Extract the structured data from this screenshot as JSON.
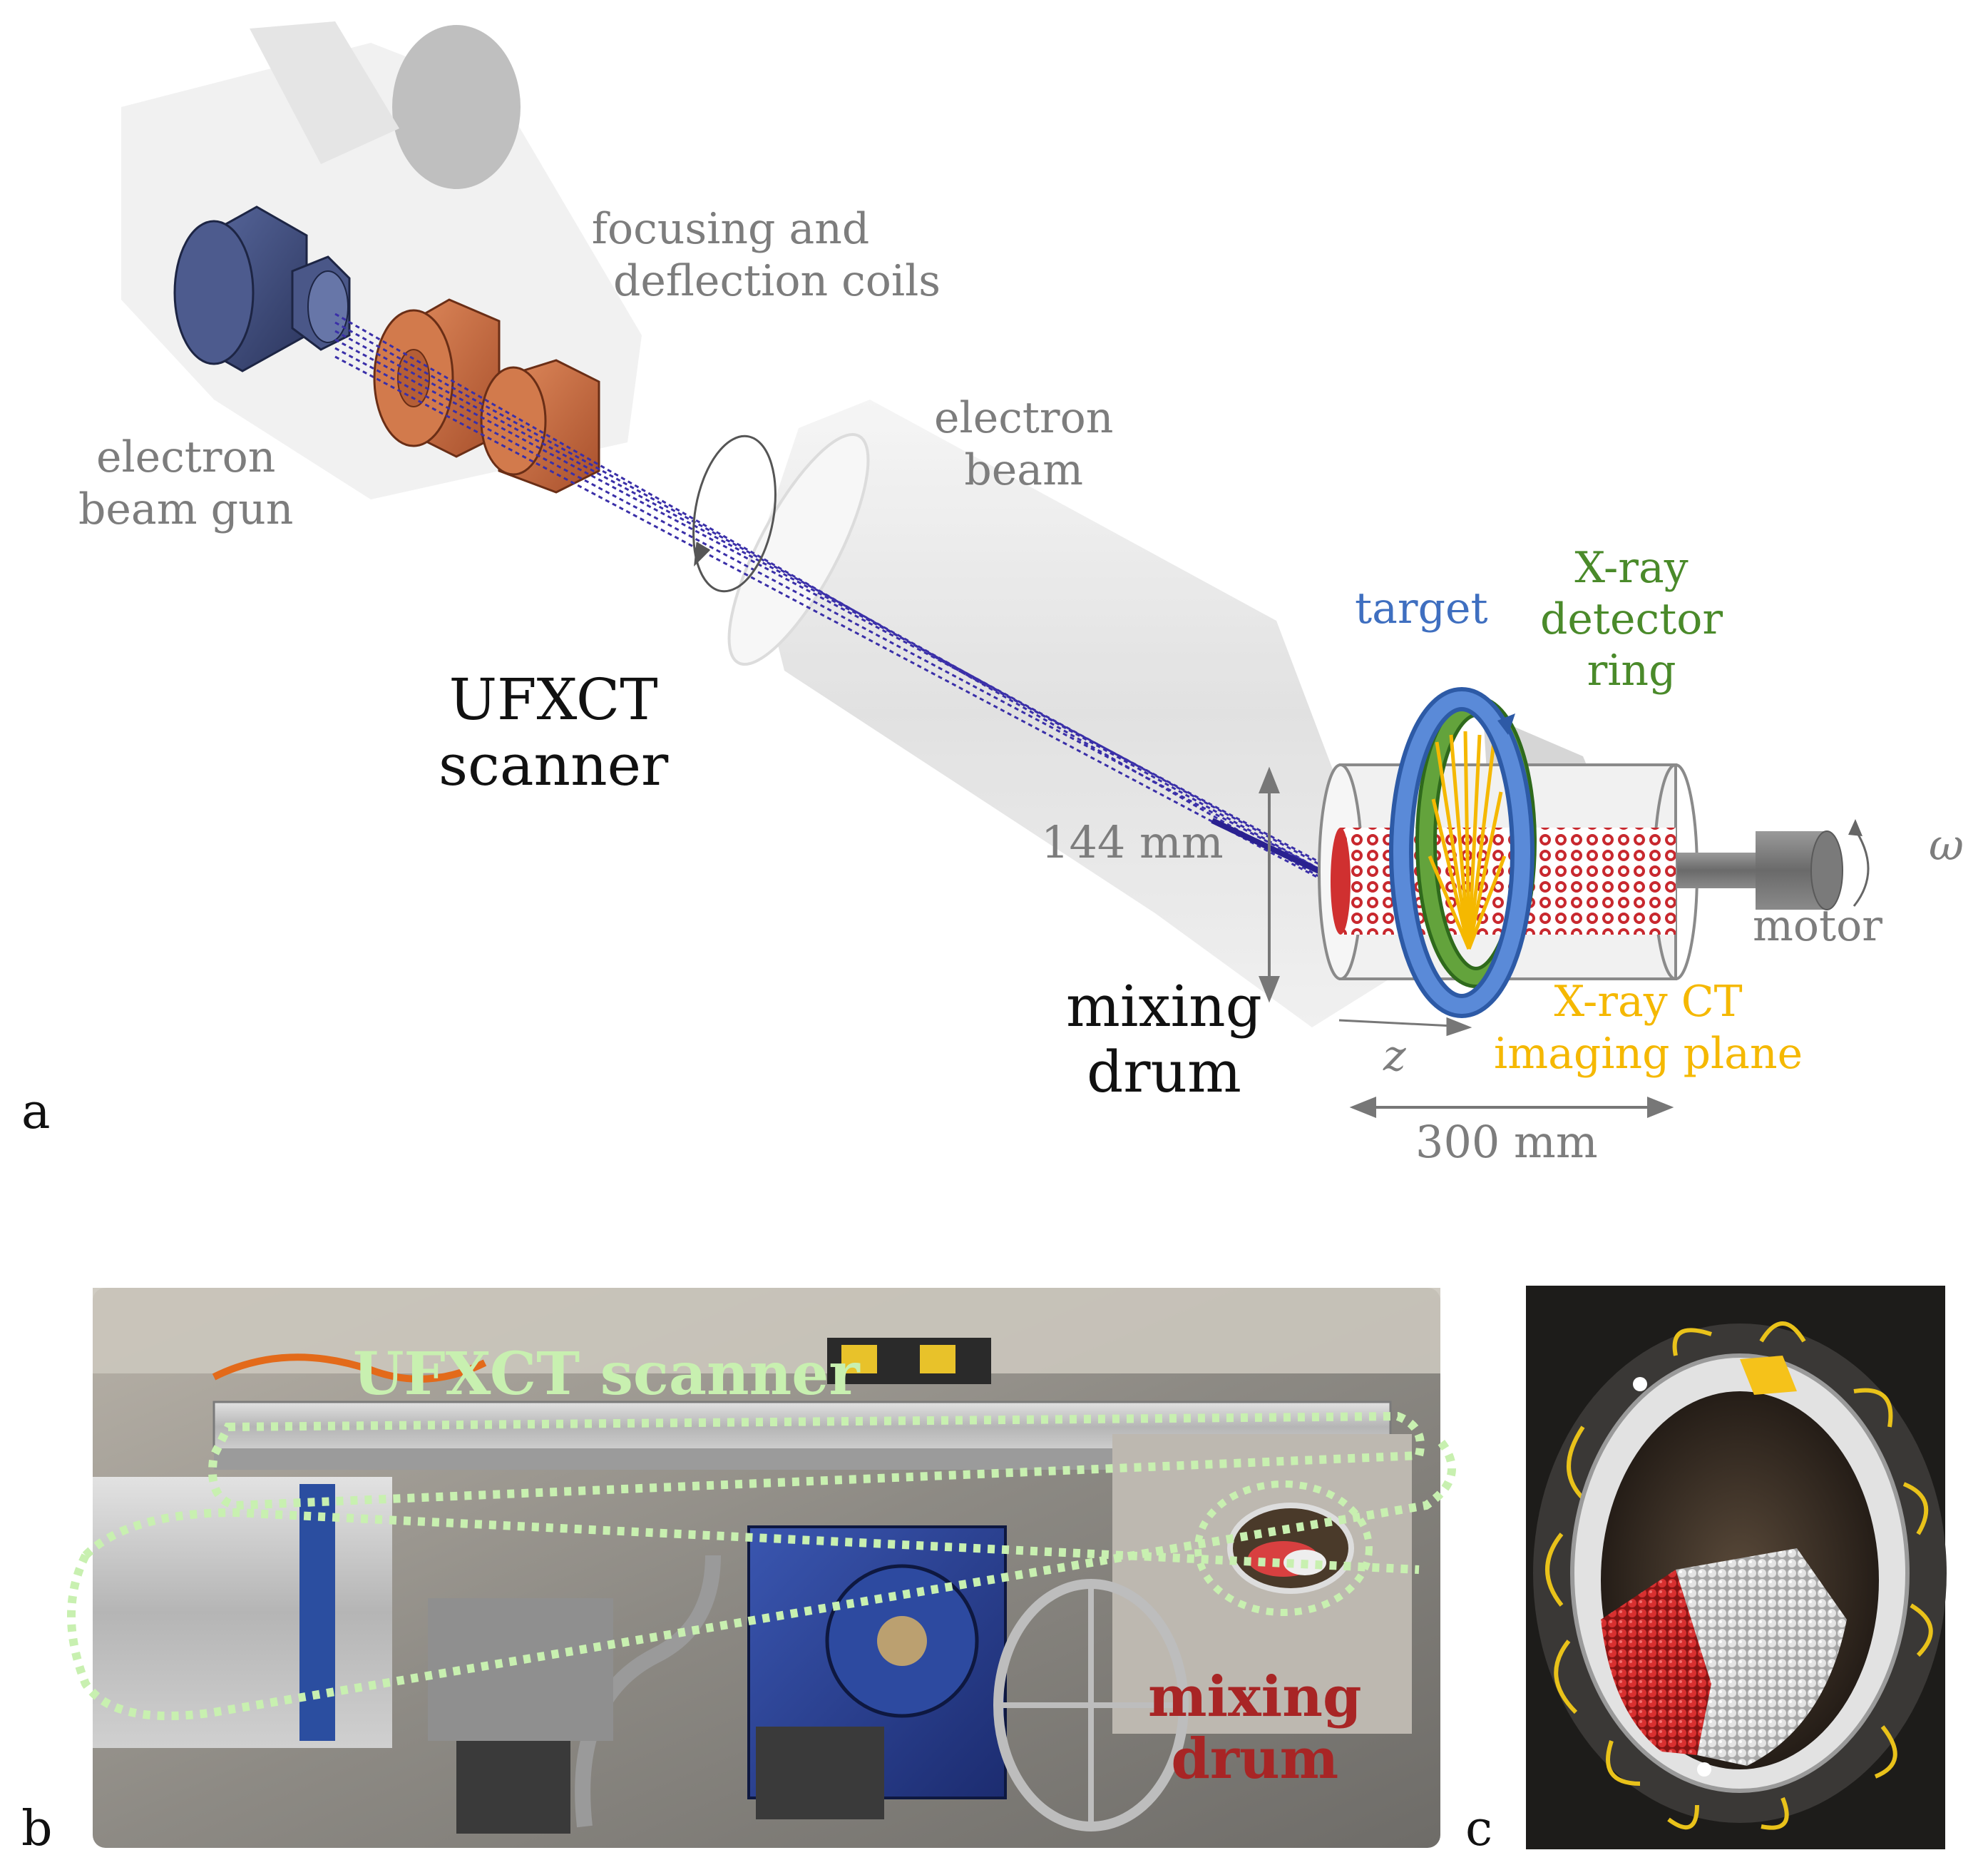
{
  "panel_a": {
    "label": "a",
    "electron_beam_gun": [
      "electron",
      "beam gun"
    ],
    "coils": [
      "focusing and",
      "deflection coils"
    ],
    "electron_beam": [
      "electron",
      "beam"
    ],
    "scanner": [
      "UFXCT",
      "scanner"
    ],
    "target": "target",
    "detector_ring": [
      "X-ray",
      "detector",
      "ring"
    ],
    "diameter": "144 mm",
    "omega": "ω",
    "motor": "motor",
    "imaging_plane": [
      "X-ray CT",
      "imaging plane"
    ],
    "mixing_drum": [
      "mixing",
      "drum"
    ],
    "z_axis": "z",
    "length": "300 mm"
  },
  "panel_b": {
    "label": "b",
    "scanner": "UFXCT scanner",
    "mixing_drum": [
      "mixing",
      "drum"
    ]
  },
  "panel_c": {
    "label": "c"
  },
  "colors": {
    "label_grey": "#7d7d7d",
    "target_blue": "#3f6fc0",
    "detector_green": "#4a8a2a",
    "imaging_yellow": "#f5b800",
    "beam_purple": "#3a2fa8",
    "coil_orange": "#c8683e",
    "gun_navy": "#3d4a7a",
    "drum_red": "#c0282e",
    "photo_green": "#c8f0b0",
    "photo_red": "#a82525"
  }
}
